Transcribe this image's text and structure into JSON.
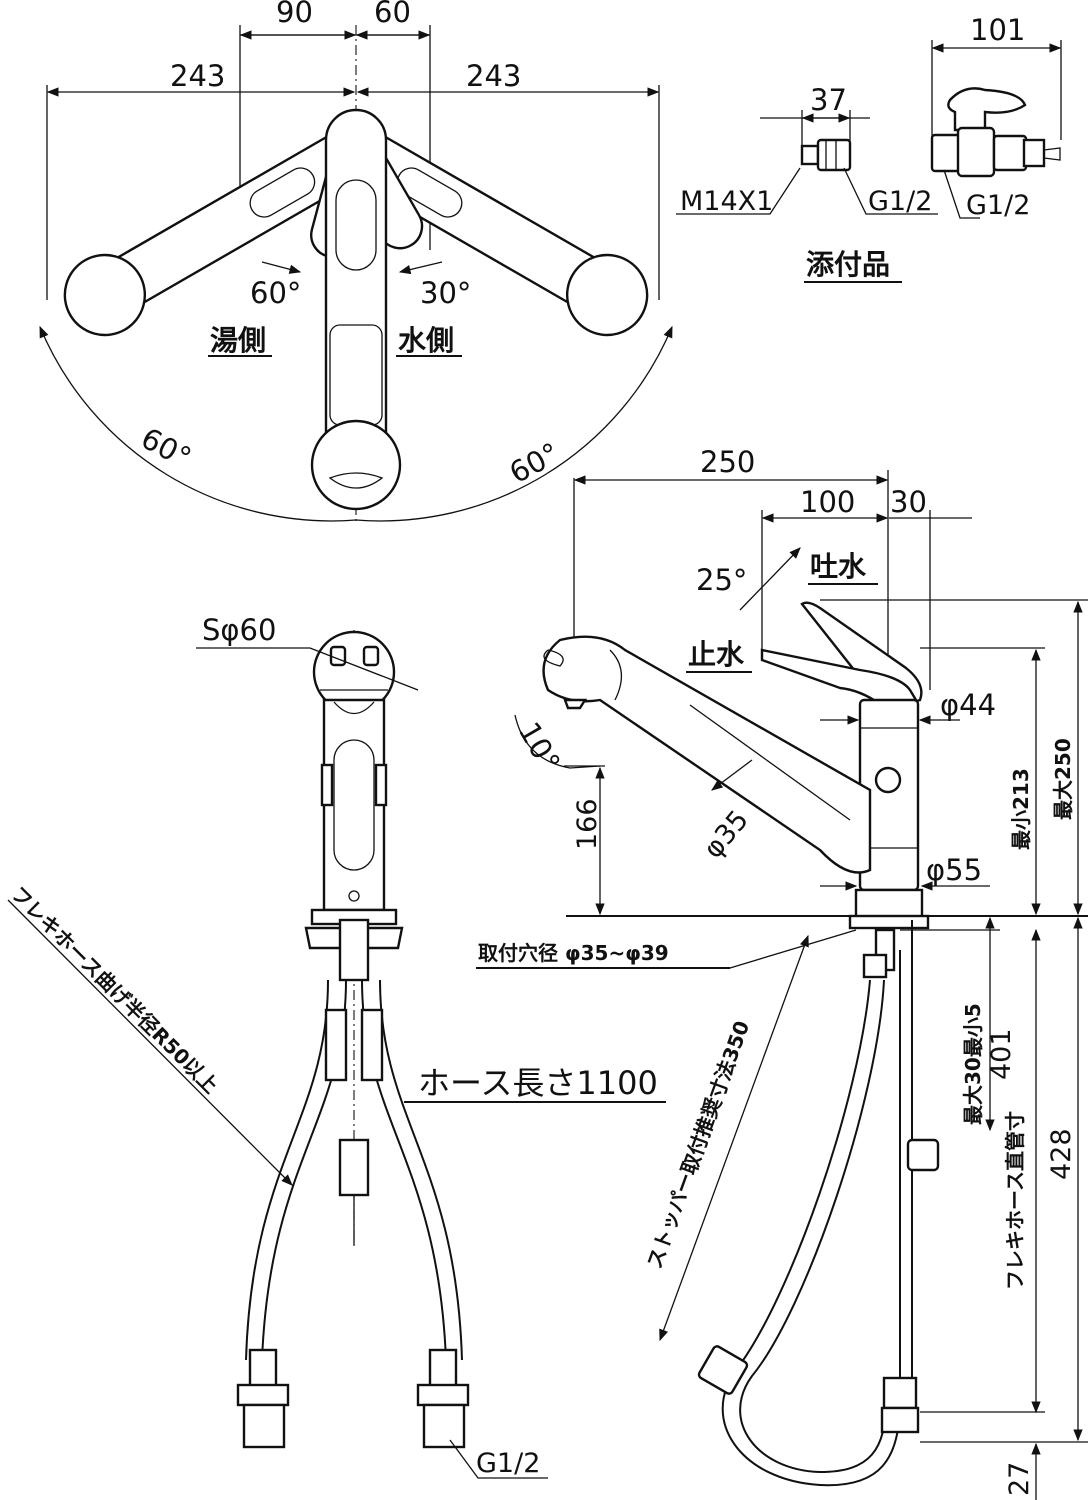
{
  "top_view": {
    "dim_90": "90",
    "dim_60": "60",
    "dim_243_left": "243",
    "dim_243_right": "243",
    "angle_hot": "60°",
    "angle_cold": "30°",
    "label_hot": "湯側",
    "label_cold": "水側",
    "sweep_left": "60°",
    "sweep_right": "60°"
  },
  "accessories": {
    "dim_37": "37",
    "dim_101": "101",
    "thread_m14": "M14X1",
    "thread_g12_a": "G1/2",
    "thread_g12_b": "G1/2",
    "title": "添付品"
  },
  "front_view": {
    "sphere": "Sφ60",
    "hose_bend": "フレキホース曲げ半径R50以上",
    "hose_length": "ホース長さ1100",
    "thread": "G1/2"
  },
  "side_view": {
    "dim_250": "250",
    "dim_100": "100",
    "dim_30": "30",
    "angle_25": "25°",
    "label_open": "吐水",
    "label_close": "止水",
    "angle_10": "10°",
    "dim_166": "166",
    "dia_35": "φ35",
    "dia_44": "φ44",
    "dia_55": "φ55",
    "min_213": "最小213",
    "max_250": "最大250",
    "mount_hole": "取付穴径 φ35~φ39",
    "stopper": "ストッパー取付推奨寸法350",
    "max_30_min_5": "最大30最小5",
    "dim_401": "401",
    "flex_straight": "フレキホース直管寸",
    "dim_428": "428",
    "dim_27": "27"
  }
}
